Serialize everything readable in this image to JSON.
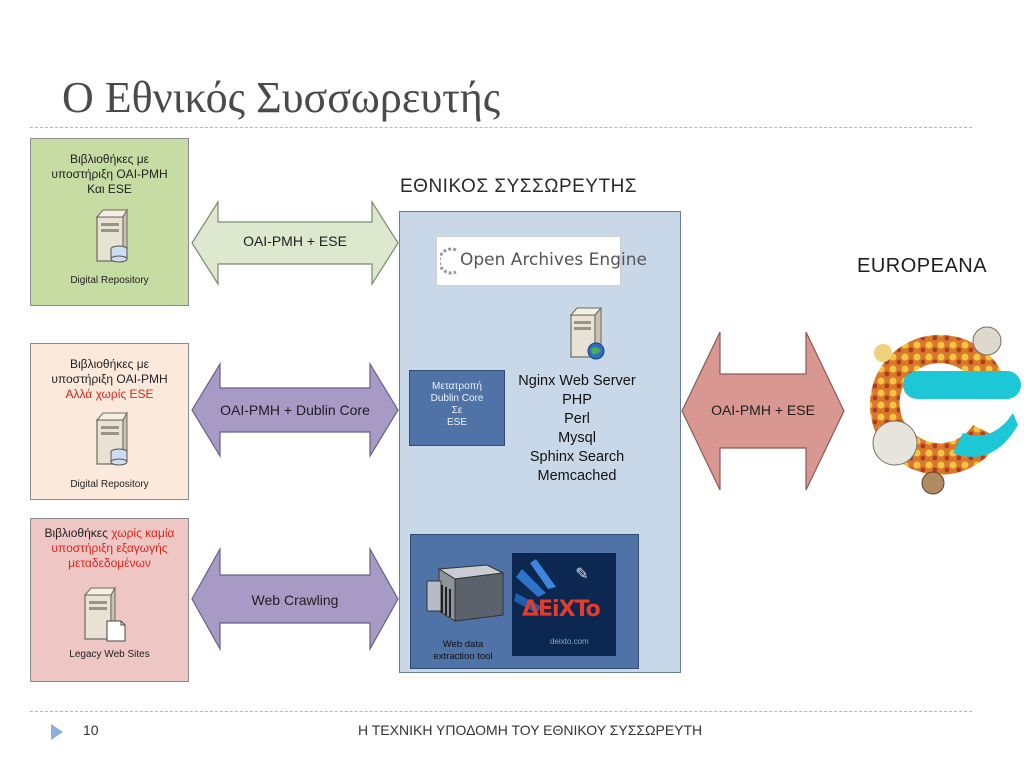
{
  "slide": {
    "title": "Ο Εθνικός Συσσωρευτής",
    "page_number": "10",
    "footer": "Η ΤΕΧΝΙΚΗ ΥΠΟΔΟΜΗ ΤΟΥ ΕΘΝΙΚΟΥ ΣΥΣΣΩΡΕΥΤΗ"
  },
  "sources": [
    {
      "lines": [
        "Βιβλιοθήκες με",
        "υποστήριξη OAI-PMH",
        "Και ESE"
      ],
      "caption": "Digital Repository",
      "icon": "database-server-icon",
      "bg": "#c6dca3",
      "arrow_label": "OAI-PMH + ESE",
      "arrow_color": "#dee8cf"
    },
    {
      "lines": [
        "Βιβλιοθήκες με",
        "υποστήριξη OAI-PMH"
      ],
      "red_lines": [
        "Αλλά χωρίς ESE"
      ],
      "caption": "Digital Repository",
      "icon": "database-server-icon",
      "bg": "#fbe9db",
      "arrow_label": "OAI-PMH + Dublin Core",
      "arrow_color": "#a79ac5"
    },
    {
      "line1_black": "Βιβλιοθήκες",
      "line1_red": "χωρίς καμία",
      "red_lines": [
        "υποστήριξη εξαγωγής",
        "μεταδεδομένων"
      ],
      "caption": "Legacy Web Sites",
      "icon": "web-server-icon",
      "bg": "#eec7c5",
      "arrow_label": "Web Crawling",
      "arrow_color": "#a79ac5"
    }
  ],
  "hub": {
    "title": "ΕΘΝΙΚΟΣ ΣΥΣΣΩΡΕΥΤΗΣ",
    "oae_label": "Open Archives Engine",
    "converter": [
      "Μετατροπή",
      "Dublin Core",
      "Σε",
      "ESE"
    ],
    "stack": [
      "Nginx Web Server",
      "PHP",
      "Perl",
      "Mysql",
      "Sphinx Search",
      "Memcached"
    ],
    "tool_caption": [
      "Web data",
      "extraction tool"
    ],
    "deixto_logo": "ΔΕiXTo",
    "deixto_url": "deixto.com",
    "bg": "#c9d8e8"
  },
  "output": {
    "arrow_label": "OAI-PMH + ESE",
    "arrow_color": "#d99792",
    "target": "EUROPEANA"
  },
  "colors": {
    "accent": "#4f73a6",
    "divider": "#a9b9cc",
    "red_text": "#e0241c"
  }
}
